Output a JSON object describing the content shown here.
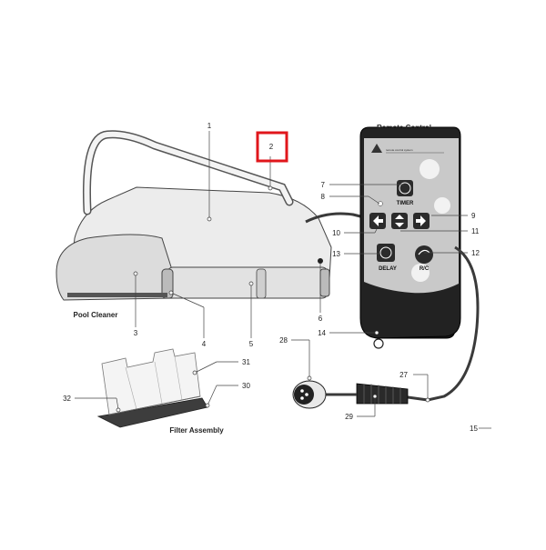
{
  "headings": {
    "remote_control": "Remote Control",
    "pool_cleaner": "Pool Cleaner",
    "filter_assembly": "Filter Assembly",
    "remote_small_label": "remote control system"
  },
  "remote_buttons": {
    "timer": "TIMER",
    "delay": "DELAY",
    "rc": "R/C"
  },
  "callouts": {
    "c1": "1",
    "c2": "2",
    "c3": "3",
    "c4": "4",
    "c5": "5",
    "c6": "6",
    "c7": "7",
    "c8": "8",
    "c9": "9",
    "c10": "10",
    "c11": "11",
    "c12": "12",
    "c13": "13",
    "c14": "14",
    "c15": "15",
    "c27": "27",
    "c28": "28",
    "c29": "29",
    "c30": "30",
    "c31": "31",
    "c32": "32"
  },
  "colors": {
    "highlight": "#e0161b",
    "body_light": "#ededed",
    "body_mid": "#d2d2d2",
    "remote_dark": "#1a1a1a",
    "panel_grey": "#c9c9c9",
    "cable": "#3a3a3a"
  }
}
